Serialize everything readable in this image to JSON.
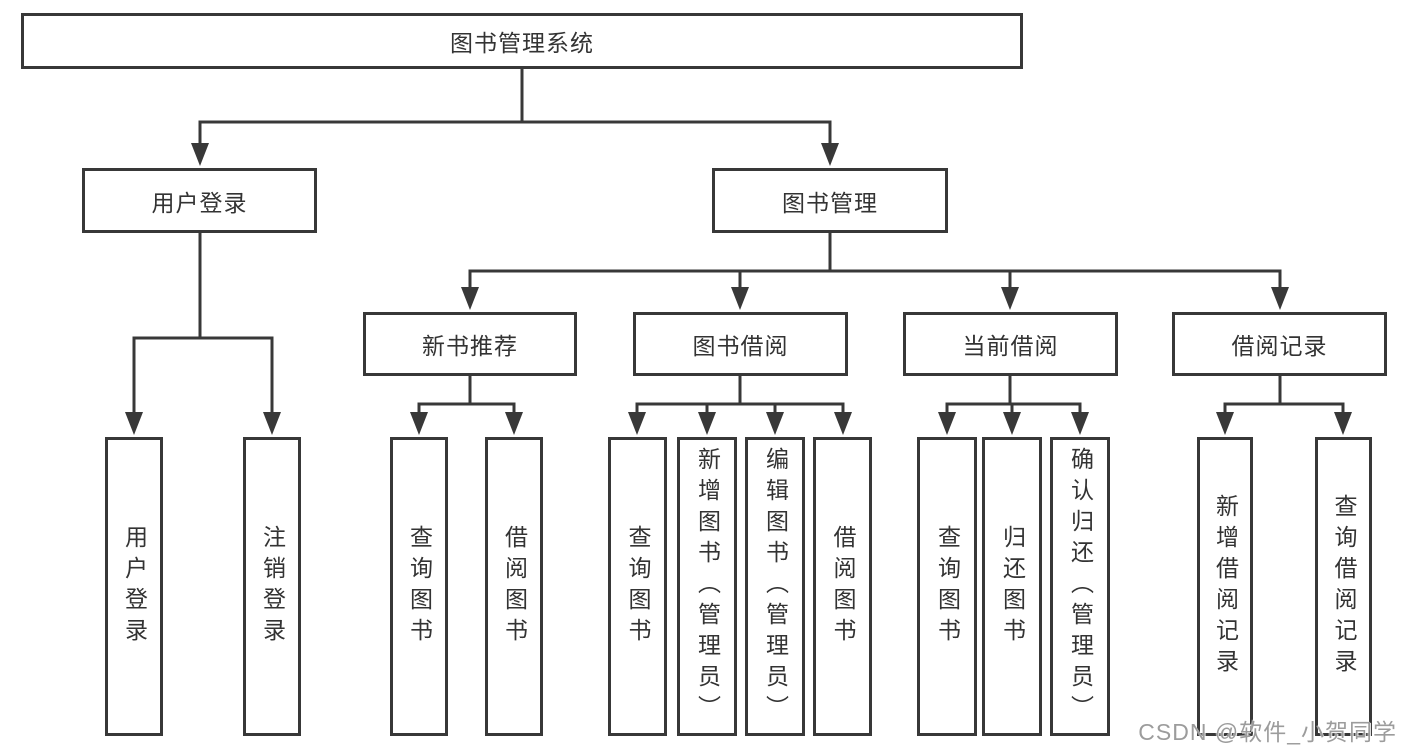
{
  "colors": {
    "background": "#ffffff",
    "line": "#383838",
    "box_border": "#383838",
    "text": "#333333",
    "watermark": "#9c9c9c"
  },
  "watermark": {
    "text": "CSDN @软件_小贺同学"
  },
  "diagram": {
    "root": {
      "label": "图书管理系统"
    },
    "level2": {
      "user_login": {
        "label": "用户登录"
      },
      "book_management": {
        "label": "图书管理"
      }
    },
    "level3": {
      "new_book_recommend": {
        "label": "新书推荐"
      },
      "book_borrow": {
        "label": "图书借阅"
      },
      "current_borrow": {
        "label": "当前借阅"
      },
      "borrow_records": {
        "label": "借阅记录"
      }
    },
    "leaves": {
      "login": [
        "用户登录",
        "注销登录"
      ],
      "recommend": [
        "查询图书",
        "借阅图书"
      ],
      "borrow": [
        "查询图书",
        "新增图书（管理员）",
        "编辑图书（管理员）",
        "借阅图书"
      ],
      "current": [
        "查询图书",
        "归还图书",
        "确认归还（管理员）"
      ],
      "records": [
        "新增借阅记录",
        "查询借阅记录"
      ]
    }
  }
}
